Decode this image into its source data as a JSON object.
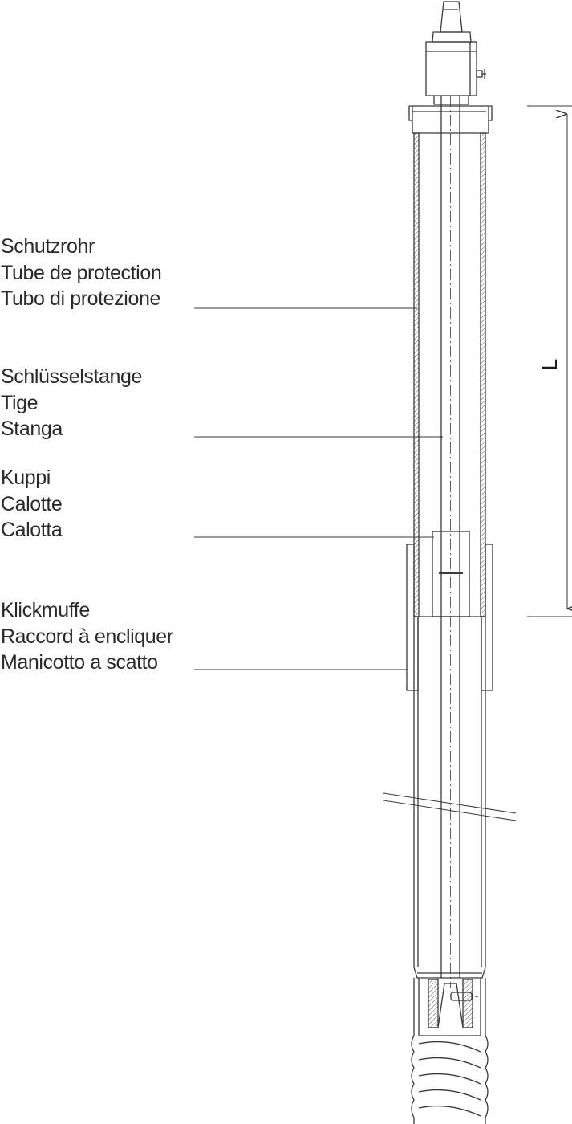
{
  "labels": [
    {
      "id": "protection-tube",
      "lines": [
        "Schutzrohr",
        "Tube de protection",
        "Tubo di protezione"
      ]
    },
    {
      "id": "key-rod",
      "lines": [
        "Schlüsselstange",
        "Tige",
        "Stanga"
      ]
    },
    {
      "id": "cap",
      "lines": [
        "Kuppi",
        "Calotte",
        "Calotta"
      ]
    },
    {
      "id": "click-sleeve",
      "lines": [
        "Klickmuffe",
        "Raccord à encliquer",
        "Manicotto a scatto"
      ]
    }
  ],
  "dimension": {
    "label": "L"
  },
  "colors": {
    "line": "#3a3a3a",
    "hatch": "#555555",
    "text": "#2a2a2a"
  }
}
